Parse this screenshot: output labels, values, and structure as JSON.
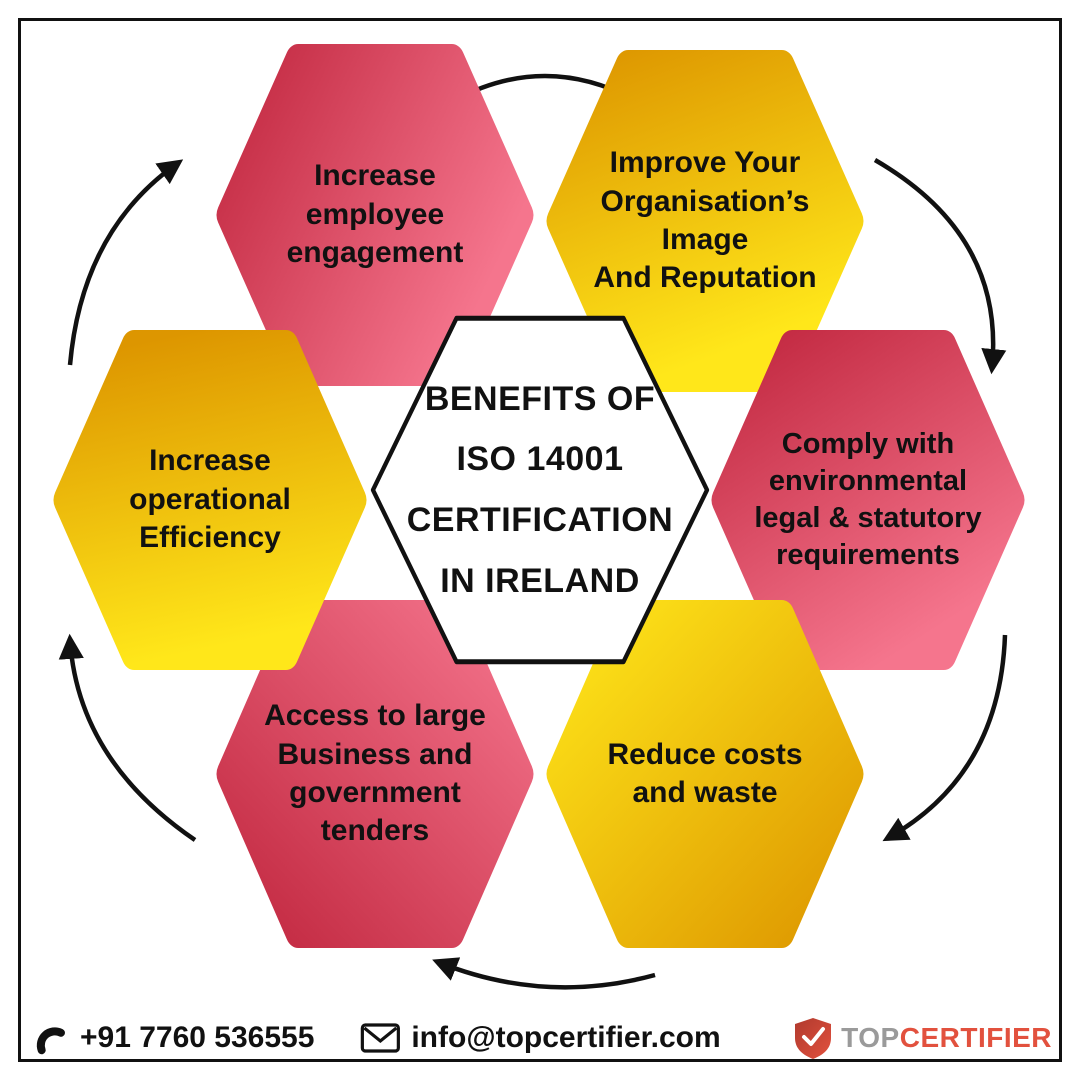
{
  "center": {
    "label": "BENEFITS OF\nISO 14001\nCERTIFICATION\nIN IRELAND"
  },
  "hexagons": [
    {
      "name": "increase-employee-engagement",
      "label": "Increase\nemployee\nengagement"
    },
    {
      "name": "improve-image-reputation",
      "label": "Improve Your\nOrganisation’s\nImage\nAnd Reputation"
    },
    {
      "name": "comply-environmental-requirements",
      "label": "Comply with\nenvironmental\nlegal & statutory\nrequirements"
    },
    {
      "name": "reduce-costs-waste",
      "label": "Reduce costs\nand waste"
    },
    {
      "name": "access-large-tenders",
      "label": "Access to large\nBusiness and\ngovernment\ntenders"
    },
    {
      "name": "increase-operational-efficiency",
      "label": "Increase\noperational\nEfficiency"
    }
  ],
  "footer": {
    "phone": "+91 7760 536555",
    "email": "info@topcertifier.com",
    "logo_top": "TOP",
    "logo_certifier": "CERTIFIER"
  },
  "colors": {
    "red_dark": "#C1273F",
    "red_light": "#F5758D",
    "yellow_dark": "#DD9600",
    "yellow_light": "#FFE71A",
    "arrow": "#111111",
    "center_fill": "#FFFFFF",
    "center_stroke": "#111111",
    "logo_top": "#9A9A9A",
    "logo_certifier": "#E2513E",
    "shield": "#E2513E",
    "shield_dark": "#B03A2E"
  }
}
